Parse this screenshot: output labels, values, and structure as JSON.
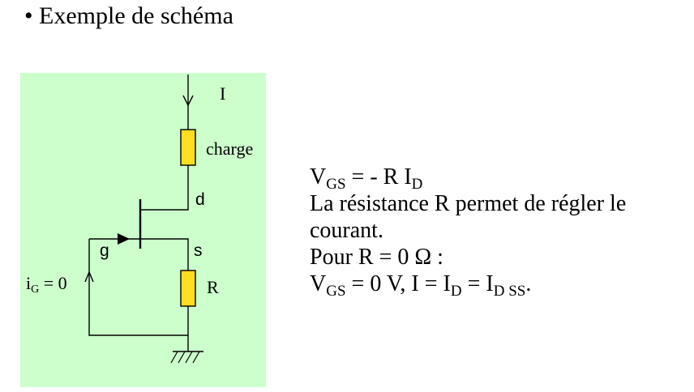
{
  "heading": "• Exemple de schéma",
  "diagram": {
    "current_label": "I",
    "load_label": "charge",
    "drain_label": "d",
    "gate_label": "g",
    "source_label": "s",
    "resistor_label": "R",
    "gate_current": {
      "main": "i",
      "sub": "G",
      "rest": " = 0"
    },
    "colors": {
      "panel": "#ccffcc",
      "resistor": "#ffdd22",
      "wire": "#000000"
    }
  },
  "equations": {
    "line1": {
      "a": "V",
      "a_sub": "GS",
      "b": " = - R I",
      "b_sub": "D"
    },
    "line2": "La résistance R permet de régler le",
    "line3": "courant.",
    "line4": "Pour R = 0 Ω :",
    "line5": {
      "a": "V",
      "a_sub": "GS",
      "b": " = 0 V, I = I",
      "b_sub": "D",
      "c": " = I",
      "c_sub": "D SS",
      "d": "."
    }
  }
}
